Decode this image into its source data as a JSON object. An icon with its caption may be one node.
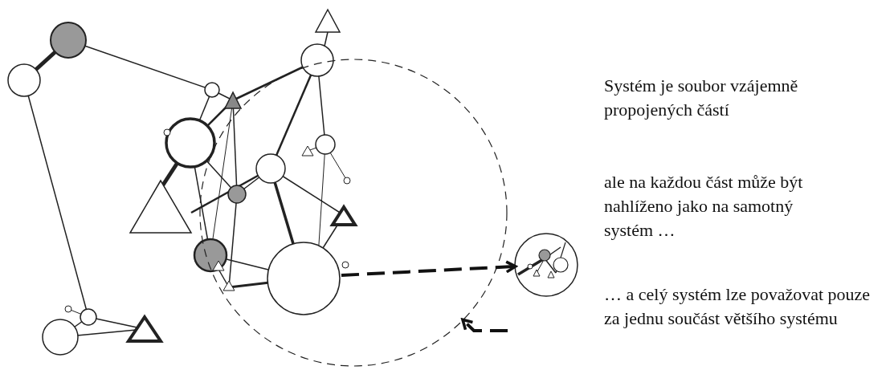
{
  "diagram": {
    "nodes": [
      {
        "text": [],
        "shape": "circle"
      },
      {
        "text": [],
        "shape": "circle"
      }
    ],
    "edges": [
      {
        "from": 0,
        "to": 1,
        "arrow": "to",
        "style": "dashed"
      },
      {
        "from": null,
        "to": 0,
        "arrow": "to",
        "style": "dashed"
      }
    ],
    "labels": [
      "Systém je soubor vzájemně propojených částí",
      "ale na každou část může být nahlíženo jako na samotný systém …",
      "… a celý systém lze považovat pouze za jednu součást většího systému"
    ]
  }
}
